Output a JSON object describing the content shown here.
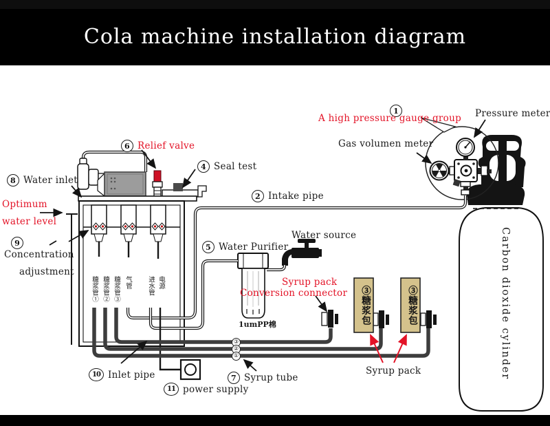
{
  "title": "Cola machine installation diagram",
  "colors": {
    "red": "#e31226",
    "tan": "#d4c28c",
    "pipe_gray": "#3d3d3d",
    "tank_gray": "#9c9c9c"
  },
  "callouts": {
    "high_pressure_gauge_group": {
      "num": "1",
      "text": "A high pressure gauge group"
    },
    "pressure_meter": {
      "text": "Pressure meter"
    },
    "gas_volumen_meter": {
      "text": "Gas volumen meter"
    },
    "relief_valve": {
      "num": "6",
      "text": "Relief valve"
    },
    "seal_test": {
      "num": "4",
      "text": "Seal test"
    },
    "water_inlet": {
      "num": "8",
      "text": "Water inlet"
    },
    "intake_pipe": {
      "num": "2",
      "text": "Intake pipe"
    },
    "optimum_water_level": {
      "line1": "Optimum",
      "line2": "water level"
    },
    "concentration_adjustment": {
      "num": "9",
      "line1": "Concentration",
      "line2": "adjustment"
    },
    "water_purifier": {
      "num": "5",
      "text": "Water Purifier"
    },
    "water_source": {
      "text": "Water source"
    },
    "syrup_pack_conversion": {
      "line1": "Syrup pack",
      "line2": "Conversion connector"
    },
    "syrup_pack": {
      "text": "Syrup pack"
    },
    "syrup_tube": {
      "num": "7",
      "text": "Syrup tube"
    },
    "inlet_pipe": {
      "num": "10",
      "text": "Inlet pipe"
    },
    "power_supply": {
      "num": "11",
      "text": "power supply"
    },
    "carbon_dioxide_cylinder": {
      "text": "Carbon dioxide cylinder"
    },
    "filter_cartridge": {
      "text": "1umPP棉"
    }
  },
  "machine_ports": [
    "糖浆管①",
    "糖浆管②",
    "糖浆管③",
    "气管",
    "进水管",
    "电源"
  ],
  "syrup_boxes": [
    "③糖浆包",
    "③糖浆包"
  ],
  "pipe_numbers": [
    "③",
    "②",
    "①"
  ]
}
